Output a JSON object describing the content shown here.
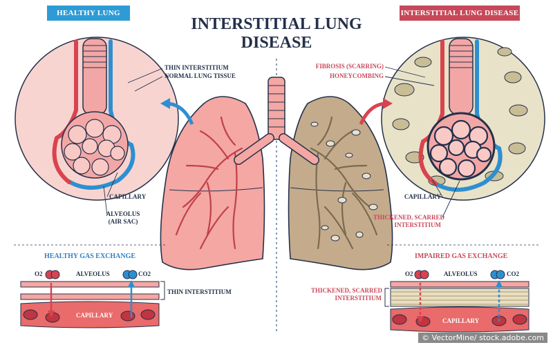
{
  "title": "INTERSTITIAL LUNG DISEASE",
  "healthy": {
    "tag": "HEALTHY LUNG",
    "labels": {
      "thin_interstitium": "THIN INTERSTITIUM",
      "normal_tissue": "NORMAL LUNG TISSUE",
      "capillary": "CAPILLARY",
      "alveolus": "ALVEOLUS",
      "air_sac": "(AIR SAC)"
    },
    "exchange": {
      "title": "HEALTHY GAS EXCHANGE",
      "o2": "O2",
      "co2": "CO2",
      "alveolus": "ALVEOLUS",
      "capillary": "CAPILLARY",
      "interstitium": "THIN INTERSTITIUM"
    }
  },
  "disease": {
    "tag": "INTERSTITIAL LUNG DISEASE",
    "labels": {
      "fibrosis": "FIBROSIS (SCARRING)",
      "honeycombing": "HONEYCOMBING",
      "capillary": "CAPILLARY",
      "thickened_1": "THICKENED, SCARRED",
      "thickened_2": "INTERSTITIUM"
    },
    "exchange": {
      "title": "IMPAIRED GAS EXCHANGE",
      "o2": "O2",
      "co2": "CO2",
      "alveolus": "ALVEOLUS",
      "capillary": "CAPILLARY",
      "interstitium_1": "THICKENED, SCARRED",
      "interstitium_2": "INTERSTITIUM"
    }
  },
  "credit": "© VectorMine/ stock.adobe.com",
  "colors": {
    "healthy_accent": "#2e9bd6",
    "disease_accent": "#c8485a",
    "healthy_lung": "#f4a7a3",
    "disease_lung": "#c4ab8c",
    "navy": "#24304a"
  }
}
